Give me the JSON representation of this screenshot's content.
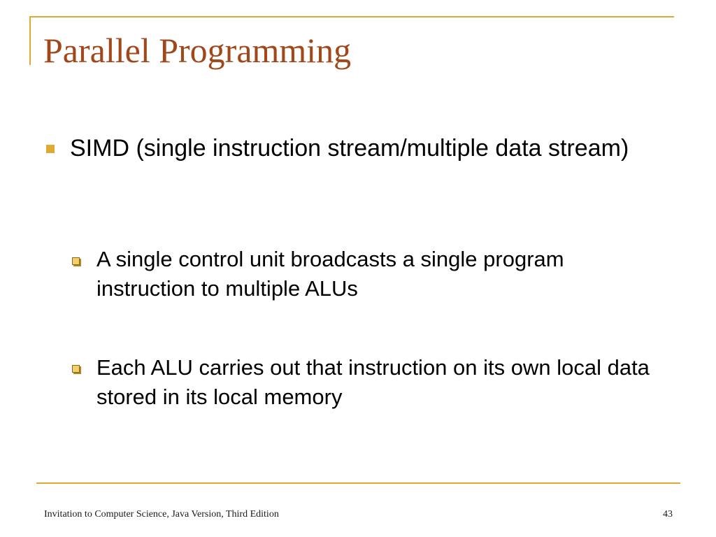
{
  "slide": {
    "title": "Parallel Programming",
    "bullets": [
      {
        "text": "SIMD (single instruction stream/multiple data stream)",
        "sub_bullets": [
          "A single control unit broadcasts a single program instruction to multiple ALUs",
          "Each ALU carries out that instruction on its own local data stored in its local memory"
        ]
      }
    ]
  },
  "footer": {
    "text": "Invitation to Computer Science, Java Version, Third Edition",
    "page_number": "43"
  },
  "colors": {
    "accent": "#DDAA33",
    "title": "#A0471B",
    "body_text": "#000000"
  },
  "icons": {
    "level1_bullet": "filled-square-icon",
    "level2_bullet": "shadowed-box-icon"
  }
}
